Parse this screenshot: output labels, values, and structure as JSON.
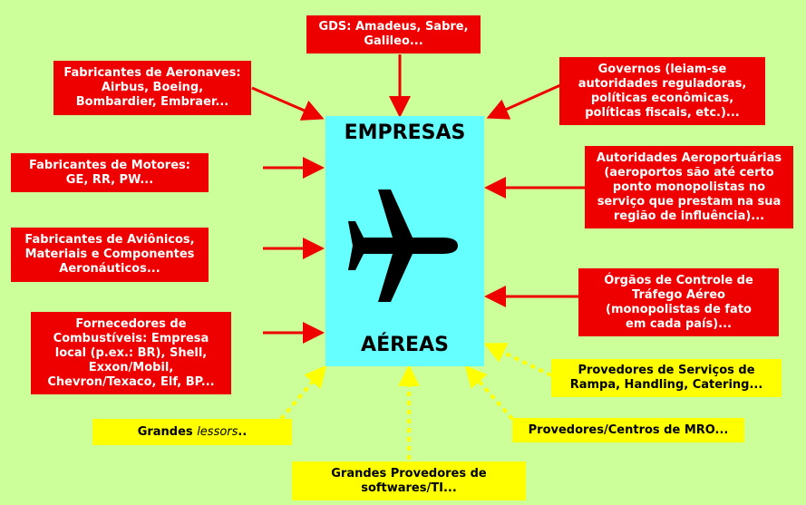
{
  "center": {
    "title_top": "EMPRESAS",
    "title_bottom": "AÉREAS",
    "icon": "airplane-icon"
  },
  "boxes": {
    "gds": "GDS: Amadeus, Sabre,\nGalileo...",
    "aircraft": "Fabricantes de Aeronaves:\nAirbus, Boeing,\nBombardier, Embraer...",
    "governments": "Governos (leiam-se\nautoridades reguladoras,\npolíticas econômicas,\npolíticas fiscais, etc.)...",
    "engines": "Fabricantes de Motores:\nGE, RR, PW...",
    "airports": "Autoridades Aeroportuárias\n(aeroportos são até certo\nponto monopolistas no\nserviço que prestam na sua\nregião de influência)...",
    "avionics": "Fabricantes de Aviônicos,\nMateriais e Componentes\nAeronáuticos...",
    "atc": "Órgãos de Controle de\nTráfego Aéreo\n(monopolistas de fato\nem cada país)...",
    "fuel": "Fornecedores de\nCombustíveis: Empresa\nlocal (p.ex.: BR), Shell,\nExxon/Mobil,\nChevron/Texaco, Elf, BP...",
    "ramp": "Provedores de Serviços de\nRampa, Handling, Catering...",
    "lessors_prefix": "Grandes ",
    "lessors_italic": "lessors",
    "lessors_suffix": "..",
    "mro": "Provedores/Centros de MRO...",
    "software": "Grandes Provedores de\nsoftwares/TI..."
  },
  "colors": {
    "background": "#ccff99",
    "center_box": "#66ffff",
    "red_box": "#ee0000",
    "yellow_box": "#ffff00",
    "solid_arrow": "#ee0000",
    "dashed_arrow": "#ffff00"
  }
}
